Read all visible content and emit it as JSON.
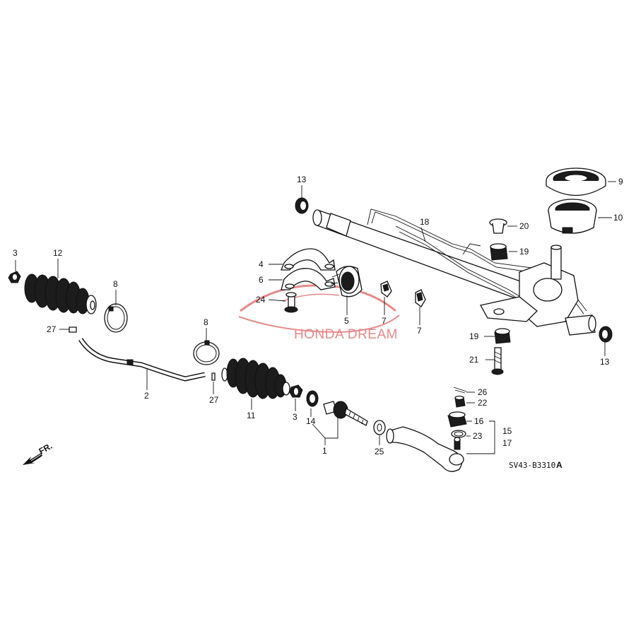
{
  "diagram": {
    "labels": {
      "p1": "1",
      "p2": "2",
      "p3a": "3",
      "p3b": "3",
      "p4": "4",
      "p5": "5",
      "p6": "6",
      "p7a": "7",
      "p7b": "7",
      "p8a": "8",
      "p8b": "8",
      "p9": "9",
      "p10": "10",
      "p11": "11",
      "p12": "12",
      "p13a": "13",
      "p13b": "13",
      "p14": "14",
      "p15": "15",
      "p16": "16",
      "p17": "17",
      "p18": "18",
      "p19a": "19",
      "p19b": "19",
      "p20": "20",
      "p21": "21",
      "p22": "22",
      "p23": "23",
      "p24": "24",
      "p25": "25",
      "p26": "26",
      "p27a": "27",
      "p27b": "27"
    },
    "diagram_code": "SV43-B3310",
    "diagram_code_suffix": "A",
    "front_indicator": "FR.",
    "watermark": "HONDA DREAM",
    "watermark_color": "#e58a8a"
  }
}
